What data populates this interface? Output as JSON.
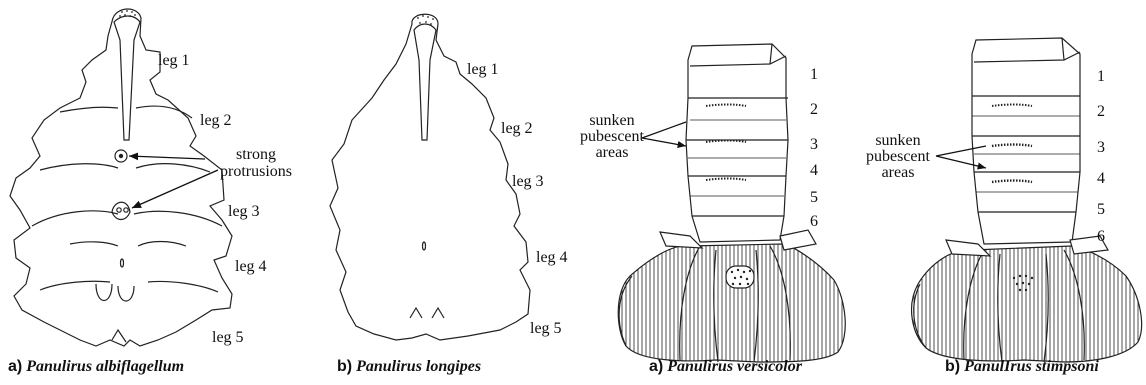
{
  "sternum_albiflagellum": {
    "leg_labels": [
      "leg 1",
      "leg 2",
      "leg 3",
      "leg 4",
      "leg 5"
    ],
    "annotation_line1": "strong",
    "annotation_line2": "protrusions",
    "caption_prefix": "a)",
    "caption_species": "Panulirus albiflagellum"
  },
  "sternum_longipes": {
    "leg_labels": [
      "leg 1",
      "leg 2",
      "leg 3",
      "leg 4",
      "leg 5"
    ],
    "caption_prefix": "b)",
    "caption_species": "Panulirus longipes"
  },
  "abdomen_versicolor": {
    "segment_numbers": [
      "1",
      "2",
      "3",
      "4",
      "5",
      "6"
    ],
    "annotation_line1": "sunken",
    "annotation_line2": "pubescent",
    "annotation_line3": "areas",
    "caption_prefix": "a)",
    "caption_species": "Panulirus versicolor"
  },
  "abdomen_stimpsoni": {
    "segment_numbers": [
      "1",
      "2",
      "3",
      "4",
      "5",
      "6"
    ],
    "annotation_line1": "sunken",
    "annotation_line2": "pubescent",
    "annotation_line3": "areas",
    "caption_prefix": "b)",
    "caption_species": "PanulIrus stimpsoni"
  }
}
